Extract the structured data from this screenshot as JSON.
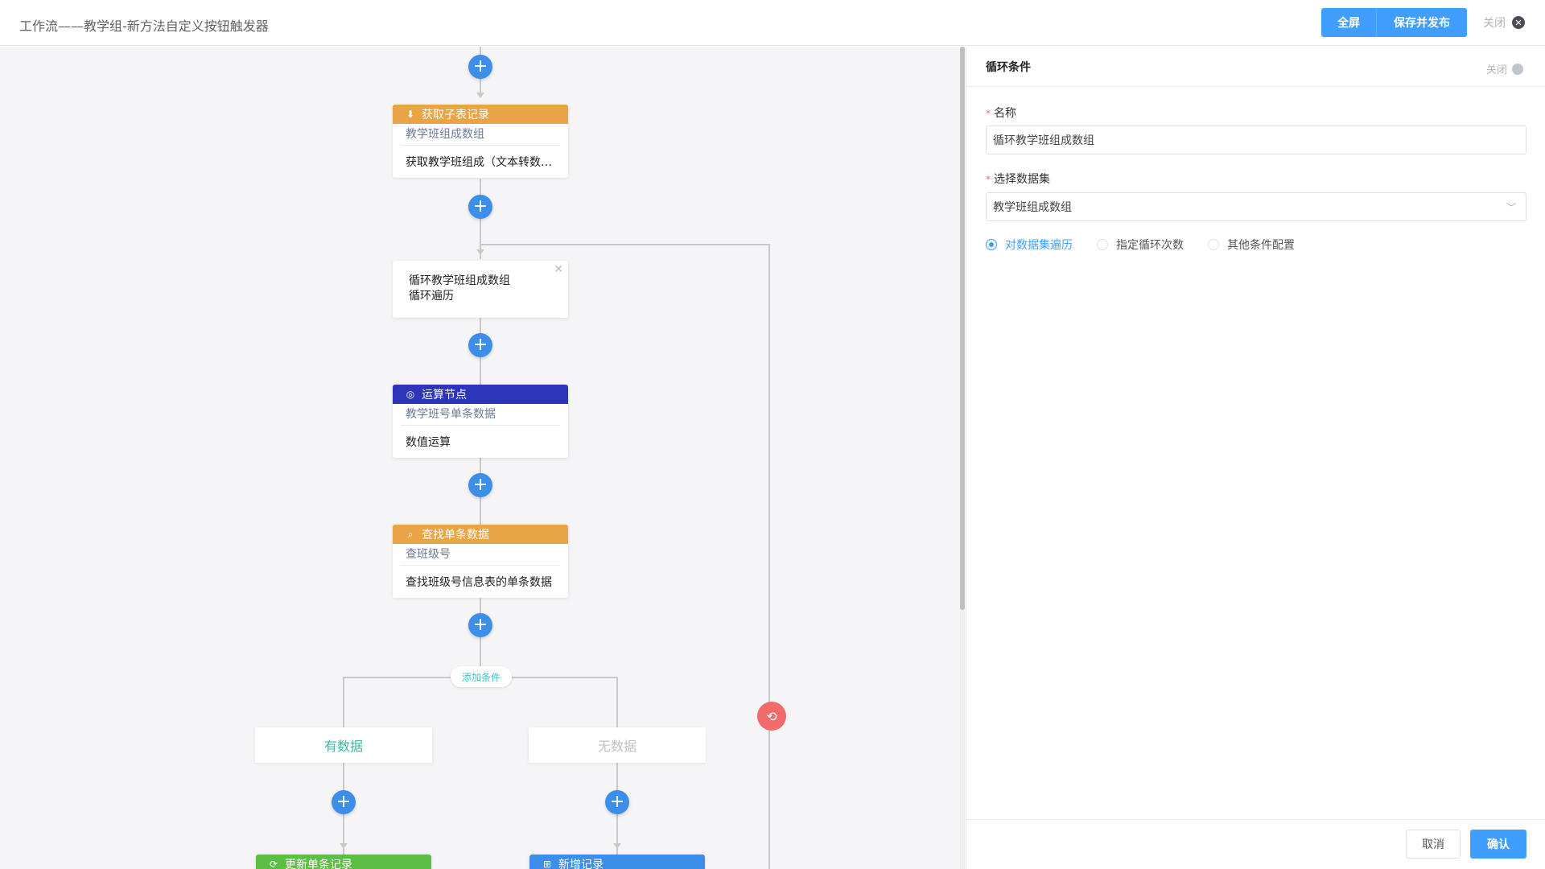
{
  "header": {
    "title": "工作流——教学组-新方法自定义按钮触发器",
    "fullscreen_label": "全屏",
    "save_publish_label": "保存并发布",
    "close_label": "关闭"
  },
  "canvas": {
    "node_get_subtable": {
      "head": "获取子表记录",
      "sub": "教学班组成数组",
      "desc": "获取教学班组成（文本转数…"
    },
    "loop_node": {
      "line1": "循环教学班组成数组",
      "line2": "循环遍历"
    },
    "node_compute": {
      "head": "运算节点",
      "sub": "教学班号单条数据",
      "desc": "数值运算"
    },
    "node_find": {
      "head": "查找单条数据",
      "sub": "查班级号",
      "desc": "查找班级号信息表的单条数据"
    },
    "add_condition_label": "添加条件",
    "branch_yes": "有数据",
    "branch_no": "无数据",
    "node_update": {
      "head": "更新单条记录"
    },
    "node_add": {
      "head": "新增记录"
    }
  },
  "panel": {
    "title": "循环条件",
    "close_label": "关闭",
    "name_label": "名称",
    "name_value": "循环教学班组成数组",
    "dataset_label": "选择数据集",
    "dataset_value": "教学班组成数组",
    "radio_options": [
      "对数据集遍历",
      "指定循环次数",
      "其他条件配置"
    ],
    "cancel_label": "取消",
    "confirm_label": "确认"
  },
  "colors": {
    "primary": "#409eff",
    "orange_node": "#e8a445",
    "navy_node": "#2d35b8",
    "green_node": "#5cbf45",
    "loop_end": "#f26b6b"
  }
}
